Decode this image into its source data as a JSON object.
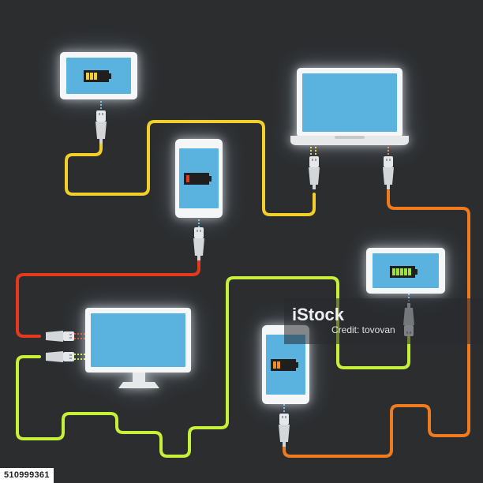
{
  "watermark": {
    "brand": "iStock",
    "credit": "Credit: tovovan"
  },
  "stock_id": "510999361",
  "colors": {
    "background": "#2b2d2f",
    "device_frame": "#f4f6f8",
    "screen": "#5ab3df",
    "cable_yellow": "#f2cf2a",
    "cable_red": "#e5391c",
    "cable_orange": "#f07a1e",
    "cable_lime": "#c6f03a",
    "battery_low": "#e5391c",
    "battery_medium": "#f28c1e",
    "battery_half": "#f2cf2a",
    "battery_full": "#9fe03a"
  },
  "devices": [
    {
      "name": "tablet-top-left",
      "battery_level": 0.6,
      "battery_color": "battery_half"
    },
    {
      "name": "laptop",
      "battery_level": null
    },
    {
      "name": "phone-center",
      "battery_level": 0.2,
      "battery_color": "battery_low"
    },
    {
      "name": "tablet-right",
      "battery_level": 1.0,
      "battery_color": "battery_full"
    },
    {
      "name": "monitor",
      "battery_level": null
    },
    {
      "name": "phone-bottom",
      "battery_level": 0.4,
      "battery_color": "battery_medium"
    }
  ],
  "icons": [
    "usb-plug-icon",
    "battery-icon"
  ]
}
